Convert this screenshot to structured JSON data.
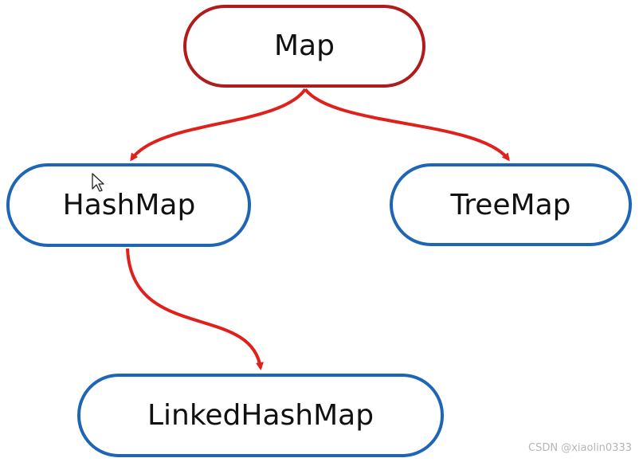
{
  "diagram": {
    "nodes": {
      "map": {
        "label": "Map",
        "color": "#b01c1c"
      },
      "hashmap": {
        "label": "HashMap",
        "color": "#1e66b5"
      },
      "treemap": {
        "label": "TreeMap",
        "color": "#1e66b5"
      },
      "linkedhashmap": {
        "label": "LinkedHashMap",
        "color": "#1e66b5"
      }
    },
    "edges": [
      {
        "from": "Map",
        "to": "HashMap"
      },
      {
        "from": "Map",
        "to": "TreeMap"
      },
      {
        "from": "HashMap",
        "to": "LinkedHashMap"
      }
    ],
    "edge_color": "#e0201a",
    "cursor_icon": "mouse-pointer-icon"
  },
  "watermark": "CSDN @xiaolin0333"
}
